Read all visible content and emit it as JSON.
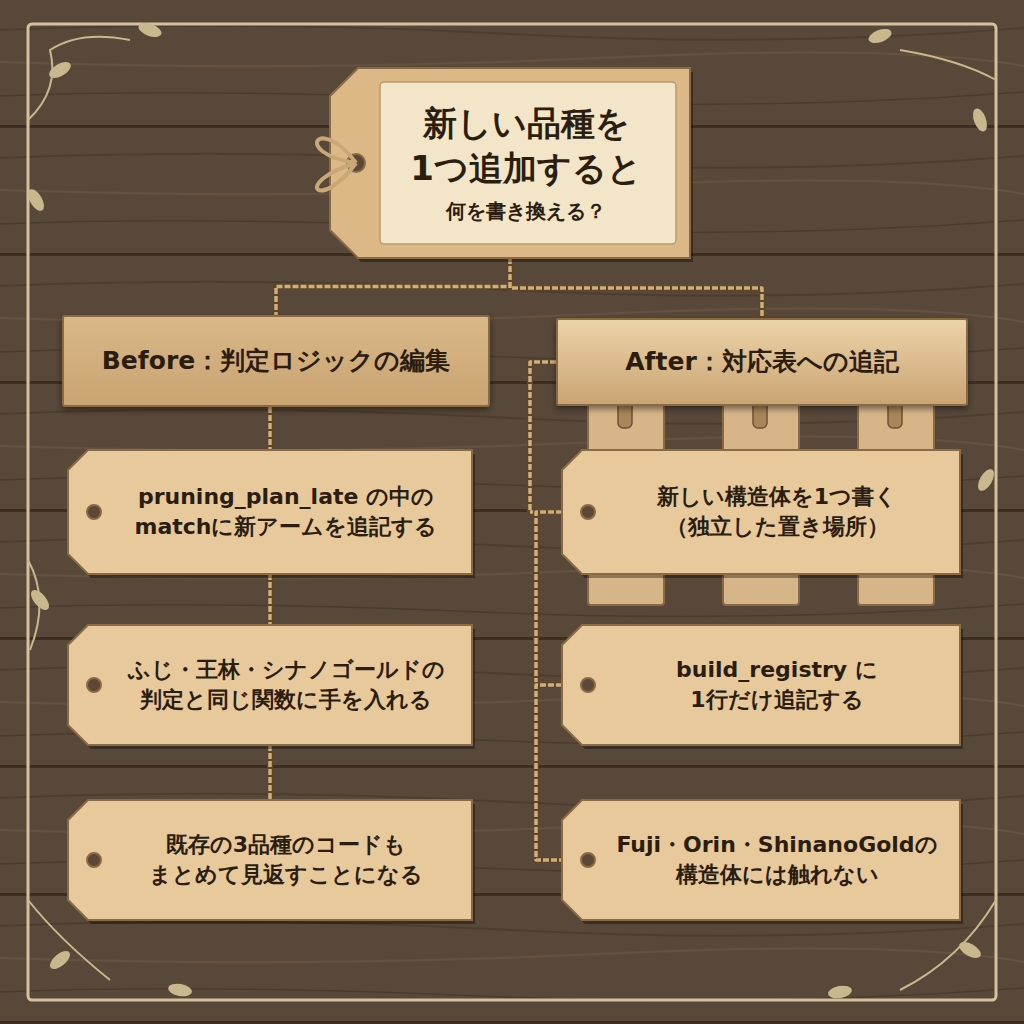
{
  "diagram": {
    "nodes": [
      {
        "text": [
          "新しい品種を 1つ追加すると",
          "何を書き換える？"
        ]
      },
      {
        "text": [
          "Before：判定ロジックの編集"
        ]
      },
      {
        "text": [
          "After：対応表への追記"
        ]
      },
      {
        "text": [
          "pruning_plan_late の中の matchに新アームを追記する"
        ]
      },
      {
        "text": [
          "ふじ・王林・シナノゴールドの 判定と同じ関数に手を入れる"
        ]
      },
      {
        "text": [
          "既存の3品種のコードも まとめて見返すことになる"
        ]
      },
      {
        "text": [
          "新しい構造体を1つ書く （独立した置き場所）"
        ]
      },
      {
        "text": [
          "build_registry に 1行だけ追記する"
        ]
      },
      {
        "text": [
          "Fuji・Orin・ShinanoGoldの 構造体には触れない"
        ]
      }
    ],
    "edges": [
      {
        "from": 0,
        "to": 1,
        "arrow": "none"
      },
      {
        "from": 0,
        "to": 2,
        "arrow": "none"
      },
      {
        "from": 1,
        "to": 3,
        "arrow": "none"
      },
      {
        "from": 3,
        "to": 4,
        "arrow": "none"
      },
      {
        "from": 4,
        "to": 5,
        "arrow": "none"
      },
      {
        "from": 2,
        "to": 6,
        "arrow": "none"
      },
      {
        "from": 6,
        "to": 7,
        "arrow": "none"
      },
      {
        "from": 7,
        "to": 8,
        "arrow": "none"
      }
    ]
  }
}
